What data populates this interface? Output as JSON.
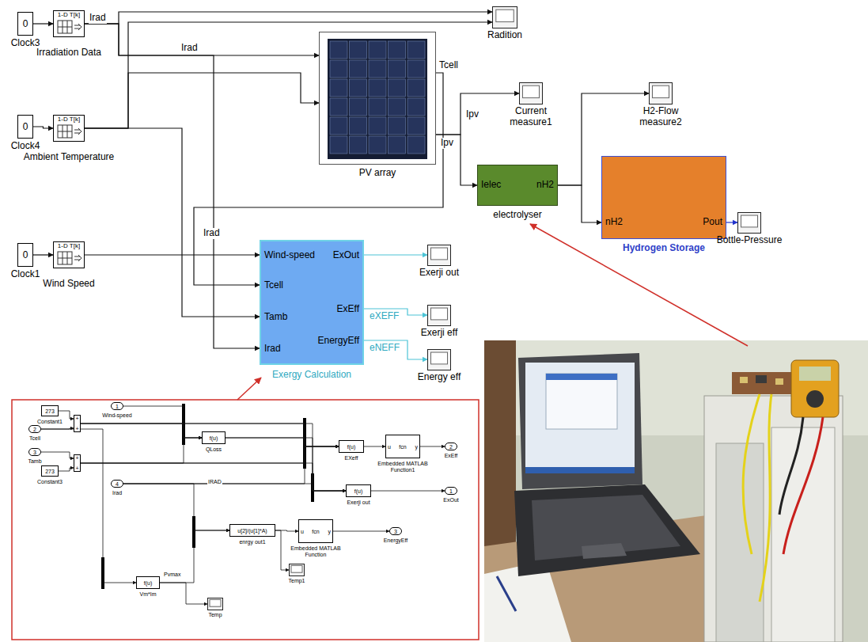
{
  "diagram": {
    "nodes": [
      {
        "text": [
          "0",
          "Clock3"
        ]
      },
      {
        "text": [
          "1-D T[k]",
          "Irradiation Data"
        ]
      },
      {
        "text": [
          "0",
          "Clock4"
        ]
      },
      {
        "text": [
          "1-D T[k]",
          "Ambient Temperature"
        ]
      },
      {
        "text": [
          "0",
          "Clock1"
        ]
      },
      {
        "text": [
          "1-D T[k]",
          "Wind Speed"
        ]
      },
      {
        "text": [
          "PV array"
        ]
      },
      {
        "text": [
          "Radition"
        ]
      },
      {
        "text": [
          "Current measure1"
        ]
      },
      {
        "text": [
          "Ielec",
          "nH2",
          "electrolyser"
        ]
      },
      {
        "text": [
          "H2-Flow measure2"
        ]
      },
      {
        "text": [
          "nH2",
          "Pout",
          "Hydrogen Storage"
        ]
      },
      {
        "text": [
          "Bottle-Pressure"
        ]
      },
      {
        "text": [
          "Wind-speed",
          "Tcell",
          "Tamb",
          "Irad",
          "ExOut",
          "ExEff",
          "EnergyEff",
          "Exergy Calculation"
        ]
      },
      {
        "text": [
          "Exerji out"
        ]
      },
      {
        "text": [
          "Exerji eff"
        ]
      },
      {
        "text": [
          "Energy eff"
        ]
      },
      {
        "text": [
          "273",
          "Constant1"
        ]
      },
      {
        "text": [
          "1",
          "Wind-speed"
        ]
      },
      {
        "text": [
          "+",
          "+"
        ]
      },
      {
        "text": [
          "2",
          "Tcell"
        ]
      },
      {
        "text": [
          "3",
          "Tamb"
        ]
      },
      {
        "text": [
          "273",
          "Constant3"
        ]
      },
      {
        "text": [
          "+",
          "+"
        ]
      },
      {
        "text": [
          "f(u)",
          "QLoss"
        ]
      },
      {
        "text": [
          "4",
          "Irad"
        ]
      },
      {
        "text": [
          "f(u)",
          "EXeff"
        ]
      },
      {
        "text": [
          "u",
          "fcn",
          "y",
          "Embedded MATLAB Function1"
        ]
      },
      {
        "text": [
          "2",
          "ExEff"
        ]
      },
      {
        "text": [
          "f(u)",
          "Exerji out"
        ]
      },
      {
        "text": [
          "1",
          "ExOut"
        ]
      },
      {
        "text": [
          "u[2]/(u[1]*A)",
          "enrgy out1"
        ]
      },
      {
        "text": [
          "u",
          "fcn",
          "y",
          "Embedded MATLAB Function"
        ]
      },
      {
        "text": [
          "3",
          "EnergyEff"
        ]
      },
      {
        "text": [
          "f(u)",
          "Vm*Im"
        ]
      },
      {
        "text": [
          "Temp"
        ]
      },
      {
        "text": [
          "Temp1"
        ]
      }
    ],
    "edges": [
      {
        "from": 0,
        "to": 1,
        "arrow": "to"
      },
      {
        "from": 1,
        "to": 6,
        "label": "Irad",
        "arrow": "to"
      },
      {
        "from": 1,
        "to": 7,
        "arrow": "to"
      },
      {
        "from": 1,
        "to": 13,
        "arrow": "to"
      },
      {
        "from": 2,
        "to": 3,
        "arrow": "to"
      },
      {
        "from": 3,
        "to": 6,
        "arrow": "to"
      },
      {
        "from": 3,
        "to": 7,
        "arrow": "to"
      },
      {
        "from": 3,
        "to": 13,
        "arrow": "to"
      },
      {
        "from": 4,
        "to": 5,
        "arrow": "to"
      },
      {
        "from": 5,
        "to": 13,
        "arrow": "to"
      },
      {
        "from": 6,
        "to": 13,
        "arrow": "to"
      },
      {
        "from": 6,
        "to": 8,
        "arrow": "to"
      },
      {
        "from": 6,
        "to": 9,
        "arrow": "to"
      },
      {
        "from": 9,
        "to": 10,
        "arrow": "to"
      },
      {
        "from": 9,
        "to": 11,
        "arrow": "to"
      },
      {
        "from": 11,
        "to": 12,
        "arrow": "to"
      },
      {
        "from": 13,
        "to": 14,
        "arrow": "to"
      },
      {
        "from": 13,
        "to": 15,
        "label": "eXEFF",
        "arrow": "to"
      },
      {
        "from": 13,
        "to": 16,
        "label": "eNEFF",
        "arrow": "to"
      },
      {
        "from": 17,
        "to": 19,
        "arrow": "to"
      },
      {
        "from": 20,
        "to": 19,
        "arrow": "to"
      },
      {
        "from": 22,
        "to": 23,
        "arrow": "to"
      },
      {
        "from": 21,
        "to": 23,
        "arrow": "to"
      },
      {
        "from": 18,
        "to": 24,
        "arrow": "to"
      },
      {
        "from": 19,
        "to": 24,
        "arrow": "to"
      },
      {
        "from": 23,
        "to": 24,
        "arrow": "to"
      },
      {
        "from": 24,
        "to": 26,
        "arrow": "to"
      },
      {
        "from": 19,
        "to": 26,
        "arrow": "to"
      },
      {
        "from": 23,
        "to": 26,
        "arrow": "to"
      },
      {
        "from": 25,
        "to": 26,
        "arrow": "to"
      },
      {
        "from": 26,
        "to": 27,
        "arrow": "to"
      },
      {
        "from": 27,
        "to": 28,
        "arrow": "to"
      },
      {
        "from": 24,
        "to": 29,
        "arrow": "to"
      },
      {
        "from": 19,
        "to": 29,
        "arrow": "to"
      },
      {
        "from": 23,
        "to": 29,
        "arrow": "to"
      },
      {
        "from": 25,
        "to": 29,
        "arrow": "to"
      },
      {
        "from": 29,
        "to": 30,
        "arrow": "to"
      },
      {
        "from": 34,
        "to": 31,
        "arrow": "to"
      },
      {
        "from": 25,
        "to": 31,
        "arrow": "to"
      },
      {
        "from": 31,
        "to": 32,
        "arrow": "to"
      },
      {
        "from": 32,
        "to": 33,
        "arrow": "to"
      },
      {
        "from": 20,
        "to": 34,
        "arrow": "to"
      },
      {
        "from": 34,
        "to": 35,
        "arrow": "to"
      },
      {
        "from": 31,
        "to": 36,
        "arrow": "to"
      }
    ],
    "labels": [
      "Irad",
      "Tcell",
      "Ipv",
      "Ipv",
      "Irad",
      "IRAD",
      "Pvmax"
    ]
  }
}
